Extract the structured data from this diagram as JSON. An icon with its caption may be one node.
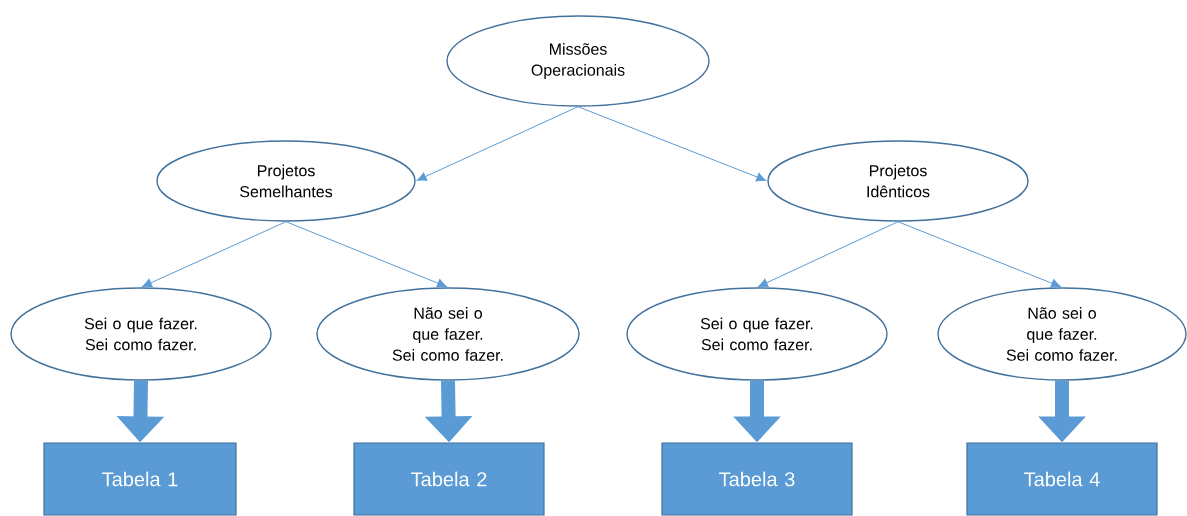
{
  "diagram": {
    "nodes": [
      {
        "text": [
          "Missões Operacionais"
        ]
      },
      {
        "text": [
          "Projetos Semelhantes"
        ]
      },
      {
        "text": [
          "Projetos Idênticos"
        ]
      },
      {
        "text": [
          "Sei o que fazer.",
          "Sei como fazer."
        ]
      },
      {
        "text": [
          "Não sei o que fazer.",
          "Sei como fazer."
        ]
      },
      {
        "text": [
          "Sei o que fazer.",
          "Sei como fazer."
        ]
      },
      {
        "text": [
          "Não sei o que fazer.",
          "Sei como fazer."
        ]
      },
      {
        "text": [
          "Tabela 1"
        ]
      },
      {
        "text": [
          "Tabela 2"
        ]
      },
      {
        "text": [
          "Tabela 3"
        ]
      },
      {
        "text": [
          "Tabela 4"
        ]
      }
    ],
    "edges": [
      {
        "from": 0,
        "to": 1,
        "arrow": "to"
      },
      {
        "from": 0,
        "to": 2,
        "arrow": "to"
      },
      {
        "from": 1,
        "to": 3,
        "arrow": "to"
      },
      {
        "from": 1,
        "to": 4,
        "arrow": "to"
      },
      {
        "from": 2,
        "to": 5,
        "arrow": "to"
      },
      {
        "from": 2,
        "to": 6,
        "arrow": "to"
      },
      {
        "from": 3,
        "to": 7,
        "arrow": "to",
        "style": "thick"
      },
      {
        "from": 4,
        "to": 8,
        "arrow": "to",
        "style": "thick"
      },
      {
        "from": 5,
        "to": 9,
        "arrow": "to",
        "style": "thick"
      },
      {
        "from": 6,
        "to": 10,
        "arrow": "to",
        "style": "thick"
      }
    ]
  }
}
